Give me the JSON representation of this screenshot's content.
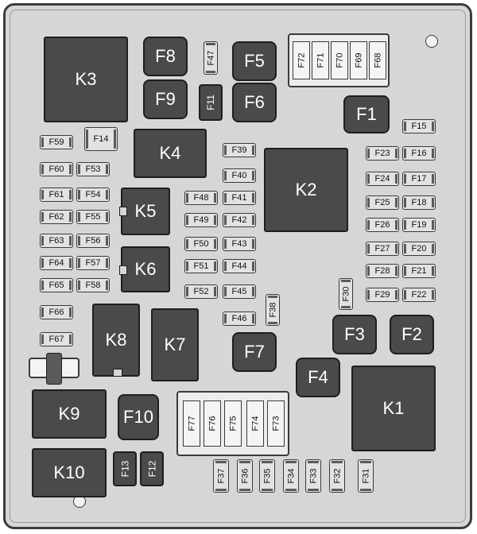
{
  "relays": {
    "k3": "K3",
    "k4": "K4",
    "k2": "K2",
    "k5": "K5",
    "k6": "K6",
    "k8": "K8",
    "k7": "K7",
    "k9": "K9",
    "k10": "K10",
    "k1": "K1"
  },
  "large_fuses": {
    "f8": "F8",
    "f9": "F9",
    "f5": "F5",
    "f6": "F6",
    "f1": "F1",
    "f7": "F7",
    "f3": "F3",
    "f2": "F2",
    "f4": "F4",
    "f10": "F10"
  },
  "medium_fuses": {
    "f11": "F11",
    "f13": "F13",
    "f12": "F12"
  },
  "small_fuses": {
    "f14": "F14",
    "f15": "F15",
    "f16": "F16",
    "f17": "F17",
    "f18": "F18",
    "f19": "F19",
    "f20": "F20",
    "f21": "F21",
    "f22": "F22",
    "f23": "F23",
    "f24": "F24",
    "f25": "F25",
    "f26": "F26",
    "f27": "F27",
    "f28": "F28",
    "f29": "F29",
    "f39": "F39",
    "f40": "F40",
    "f41": "F41",
    "f42": "F42",
    "f43": "F43",
    "f44": "F44",
    "f45": "F45",
    "f46": "F46",
    "f48": "F48",
    "f49": "F49",
    "f50": "F50",
    "f51": "F51",
    "f52": "F52",
    "f53": "F53",
    "f54": "F54",
    "f55": "F55",
    "f56": "F56",
    "f57": "F57",
    "f58": "F58",
    "f59": "F59",
    "f60": "F60",
    "f61": "F61",
    "f62": "F62",
    "f63": "F63",
    "f64": "F64",
    "f65": "F65",
    "f66": "F66",
    "f67": "F67"
  },
  "vertical_fuses": {
    "f47": "F47",
    "f38": "F38",
    "f30": "F30",
    "f37": "F37",
    "f36": "F36",
    "f35": "F35",
    "f34": "F34",
    "f33": "F33",
    "f32": "F32",
    "f31": "F31"
  },
  "tray_top": [
    "F72",
    "F71",
    "F70",
    "F69",
    "F68"
  ],
  "tray_bottom": [
    "F77",
    "F76",
    "F75",
    "F74",
    "F73"
  ]
}
